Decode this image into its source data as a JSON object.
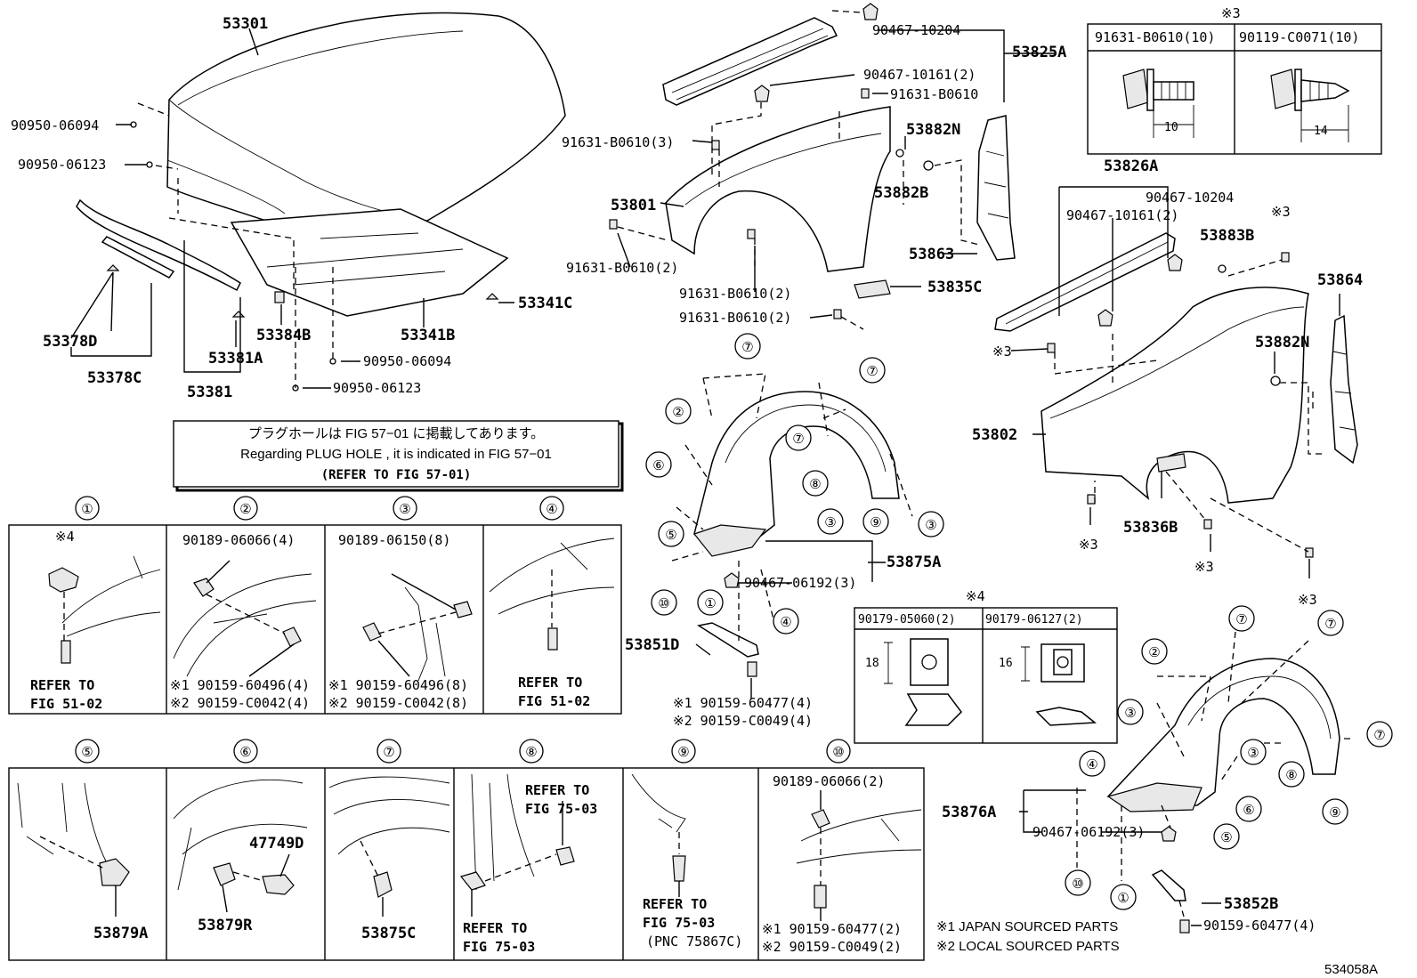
{
  "callouts": {
    "p53301": "53301",
    "p90950_06094_a": "90950-06094",
    "p90950_06123_a": "90950-06123",
    "p53378D": "53378D",
    "p53378C": "53378C",
    "p53381A": "53381A",
    "p53381": "53381",
    "p53384B": "53384B",
    "p53341B": "53341B",
    "p53341C": "53341C",
    "p90950_06094_b": "90950-06094",
    "p90950_06123_b": "90950-06123",
    "p90467_10204_a": "90467-10204",
    "p53825A": "53825A",
    "p90467_10161_a": "90467-10161(2)",
    "p91631_B0610_a": "91631-B0610",
    "p91631_B0610_3": "91631-B0610(3)",
    "p53882N_a": "53882N",
    "p53882B": "53882B",
    "p53801": "53801",
    "p53863": "53863",
    "p91631_B0610_2a": "91631-B0610(2)",
    "p91631_B0610_2b": "91631-B0610(2)",
    "p91631_B0610_2c": "91631-B0610(2)",
    "p53835C": "53835C",
    "p53826A": "53826A",
    "p90467_10204_b": "90467-10204",
    "p90467_10161_b": "90467-10161(2)",
    "p53883B": "53883B",
    "p53864": "53864",
    "p53882N_b": "53882N",
    "p53802": "53802",
    "p53836B": "53836B",
    "p53875A": "53875A",
    "p90467_06192_a": "90467-06192(3)",
    "p53851D": "53851D",
    "p90159_60477_a": "※1 90159-60477(4)",
    "p90159_C0049_a": "※2 90159-C0049(4)",
    "p53876A": "53876A",
    "p90467_06192_b": "90467-06192(3)",
    "p53852B": "53852B",
    "p90159_60477_b": "90159-60477(4)",
    "mark3": "※3",
    "mark4": "※4"
  },
  "bolt_table": {
    "header_mark": "※3",
    "col1": "91631-B0610(10)",
    "col2": "90119-C0071(10)",
    "dim1": "10",
    "dim2": "14"
  },
  "clip_table": {
    "header_mark": "※4",
    "col1": "90179-05060(2)",
    "col2": "90179-06127(2)",
    "dim1": "18",
    "dim2": "16"
  },
  "note": {
    "jp": "プラグホールは FIG 57−01 に掲載してあります。",
    "en": "Regarding  PLUG  HOLE , it is indicated in FIG  57−01",
    "ref": "(REFER TO FIG 57-01)"
  },
  "panels": [
    {
      "num": "①",
      "lines": [
        "※4",
        "REFER TO",
        "FIG 51-02"
      ]
    },
    {
      "num": "②",
      "lines": [
        "90189-06066(4)",
        "※1 90159-60496(4)",
        "※2 90159-C0042(4)"
      ]
    },
    {
      "num": "③",
      "lines": [
        "90189-06150(8)",
        "※1 90159-60496(8)",
        "※2 90159-C0042(8)"
      ]
    },
    {
      "num": "④",
      "lines": [
        "REFER TO",
        "FIG 51-02"
      ]
    },
    {
      "num": "⑤",
      "lines": [
        "53879A"
      ]
    },
    {
      "num": "⑥",
      "lines": [
        "47749D",
        "53879R"
      ]
    },
    {
      "num": "⑦",
      "lines": [
        "53875C"
      ]
    },
    {
      "num": "⑧",
      "lines": [
        "REFER TO",
        "FIG 75-03",
        "REFER TO",
        "FIG 75-03"
      ]
    },
    {
      "num": "⑨",
      "lines": [
        "REFER TO",
        "FIG 75-03",
        "(PNC 75867C)"
      ]
    },
    {
      "num": "⑩",
      "lines": [
        "90189-06066(2)",
        "※1 90159-60477(2)",
        "※2 90159-C0049(2)"
      ]
    }
  ],
  "circled": {
    "n1": "①",
    "n2": "②",
    "n3": "③",
    "n4": "④",
    "n5": "⑤",
    "n6": "⑥",
    "n7": "⑦",
    "n8": "⑧",
    "n9": "⑨",
    "n10": "⑩"
  },
  "legend": {
    "l1": "※1  JAPAN SOURCED PARTS",
    "l2": "※2  LOCAL SOURCED PARTS"
  },
  "figure_id": "534058A"
}
